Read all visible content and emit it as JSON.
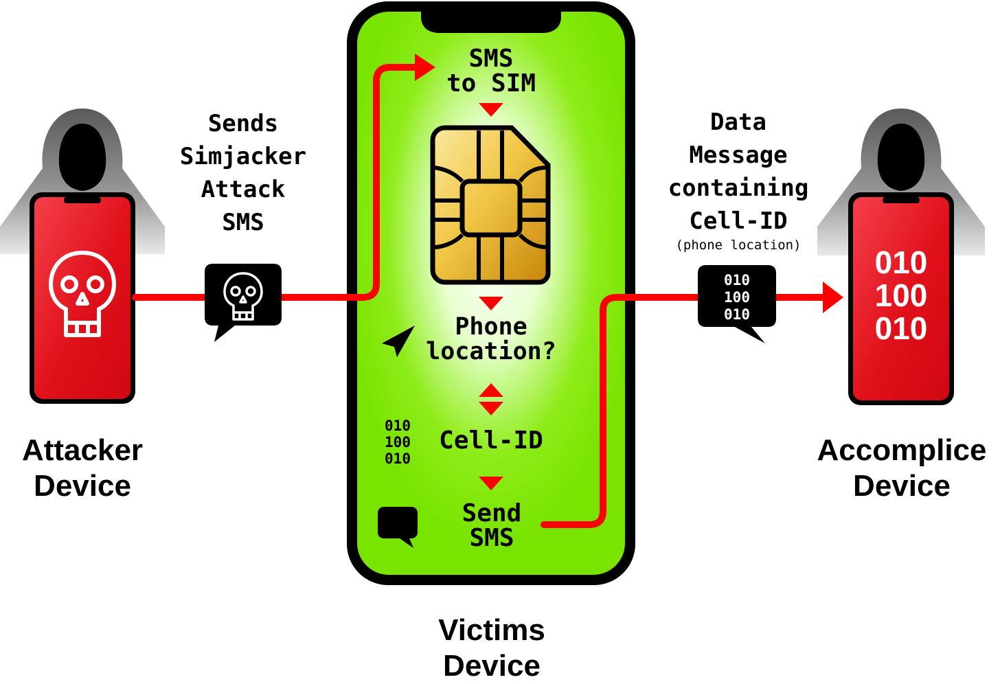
{
  "attacker": {
    "title_line1": "Attacker",
    "title_line2": "Device"
  },
  "victim": {
    "title_line1": "Victims",
    "title_line2": "Device"
  },
  "accomplice": {
    "title_line1": "Accomplice",
    "title_line2": "Device",
    "binary": [
      "010",
      "100",
      "010"
    ]
  },
  "step_send": {
    "line1": "Sends",
    "line2": "Simjacker",
    "line3": "Attack",
    "line4": "SMS"
  },
  "step_data": {
    "line1": "Data",
    "line2": "Message",
    "line3": "containing",
    "line4": "Cell-ID",
    "note": "(phone location)",
    "bubble_binary": [
      "010",
      "100",
      "010"
    ]
  },
  "phone_screen": {
    "sms_to_sim_1": "SMS",
    "sms_to_sim_2": "to SIM",
    "location_1": "Phone",
    "location_2": "location?",
    "cellid": "Cell-ID",
    "cellid_binary": [
      "010",
      "100",
      "010"
    ],
    "send_1": "Send",
    "send_2": "SMS"
  },
  "colors": {
    "red": "#ff0000",
    "phone_red": "#e0101a",
    "screen_green": "#7ee600",
    "sim_gold": "#f0c040",
    "black": "#000000",
    "hood_gray": "#8a8a8a"
  }
}
